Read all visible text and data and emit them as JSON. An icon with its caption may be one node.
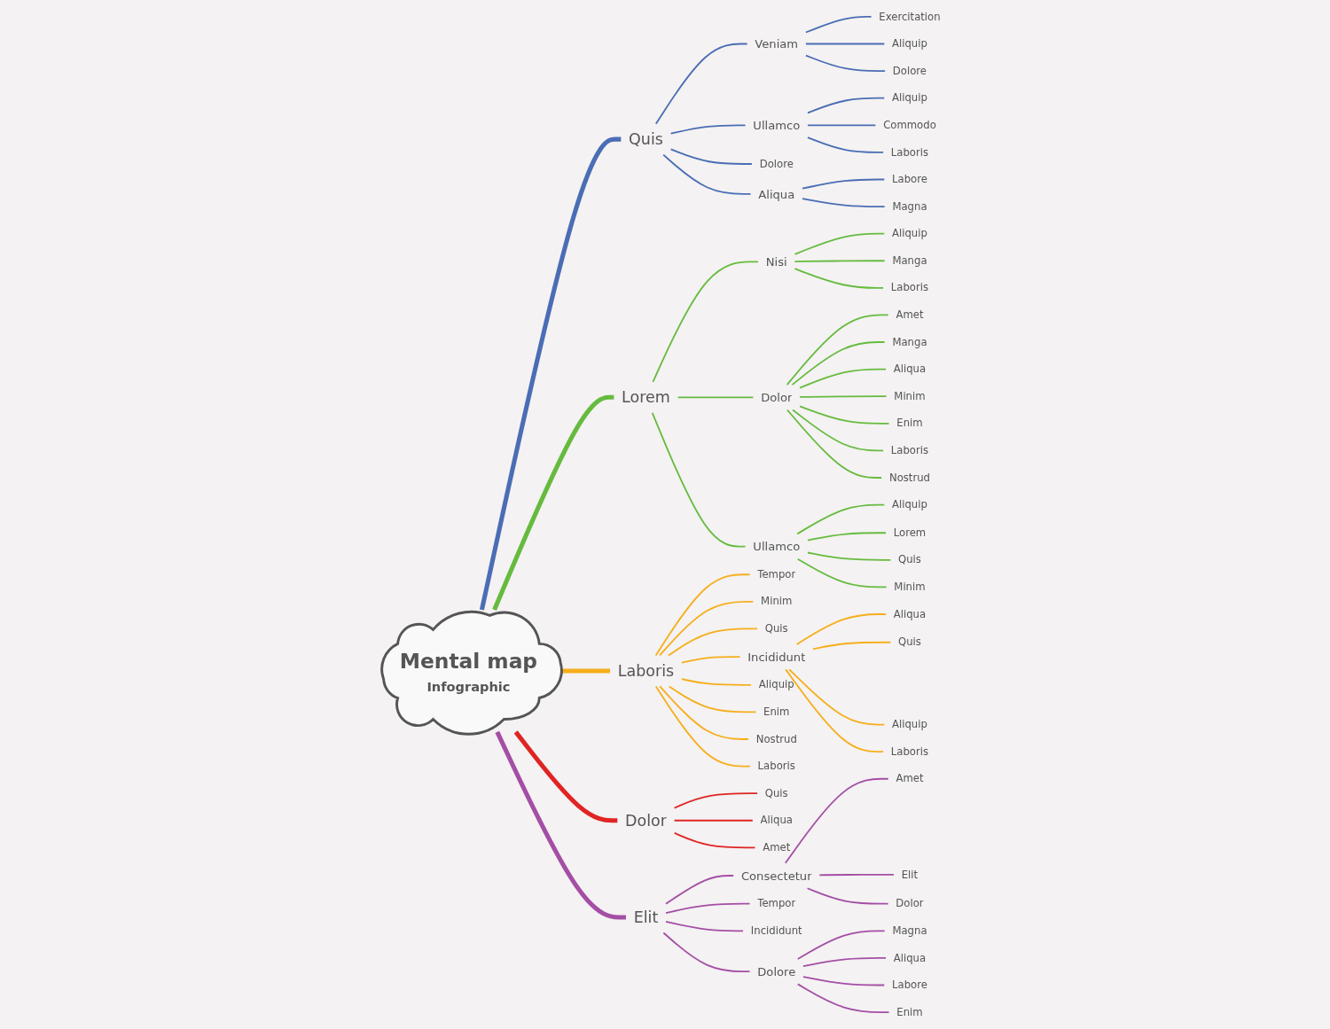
{
  "diagram": {
    "nodes": [
      {
        "text": [
          "Mental map",
          "Infographic"
        ]
      },
      {
        "text": [
          "Quis"
        ]
      },
      {
        "text": [
          "Veniam"
        ]
      },
      {
        "text": [
          "Exercitation"
        ]
      },
      {
        "text": [
          "Aliquip"
        ]
      },
      {
        "text": [
          "Dolore"
        ]
      },
      {
        "text": [
          "Ullamco"
        ]
      },
      {
        "text": [
          "Aliquip"
        ]
      },
      {
        "text": [
          "Commodo"
        ]
      },
      {
        "text": [
          "Laboris"
        ]
      },
      {
        "text": [
          "Dolore"
        ]
      },
      {
        "text": [
          "Aliqua"
        ]
      },
      {
        "text": [
          "Labore"
        ]
      },
      {
        "text": [
          "Magna"
        ]
      },
      {
        "text": [
          "Lorem"
        ]
      },
      {
        "text": [
          "Nisi"
        ]
      },
      {
        "text": [
          "Aliquip"
        ]
      },
      {
        "text": [
          "Manga"
        ]
      },
      {
        "text": [
          "Laboris"
        ]
      },
      {
        "text": [
          "Dolor"
        ]
      },
      {
        "text": [
          "Amet"
        ]
      },
      {
        "text": [
          "Manga"
        ]
      },
      {
        "text": [
          "Aliqua"
        ]
      },
      {
        "text": [
          "Minim"
        ]
      },
      {
        "text": [
          "Enim"
        ]
      },
      {
        "text": [
          "Laboris"
        ]
      },
      {
        "text": [
          "Nostrud"
        ]
      },
      {
        "text": [
          "Ullamco"
        ]
      },
      {
        "text": [
          "Aliquip"
        ]
      },
      {
        "text": [
          "Lorem"
        ]
      },
      {
        "text": [
          "Quis"
        ]
      },
      {
        "text": [
          "Minim"
        ]
      },
      {
        "text": [
          "Laboris"
        ]
      },
      {
        "text": [
          "Tempor"
        ]
      },
      {
        "text": [
          "Minim"
        ]
      },
      {
        "text": [
          "Quis"
        ]
      },
      {
        "text": [
          "Incididunt"
        ]
      },
      {
        "text": [
          "Aliqua"
        ]
      },
      {
        "text": [
          "Quis"
        ]
      },
      {
        "text": [
          "Aliquip"
        ]
      },
      {
        "text": [
          "Laboris"
        ]
      },
      {
        "text": [
          "Aliquip"
        ]
      },
      {
        "text": [
          "Enim"
        ]
      },
      {
        "text": [
          "Nostrud"
        ]
      },
      {
        "text": [
          "Laboris"
        ]
      },
      {
        "text": [
          "Dolor"
        ]
      },
      {
        "text": [
          "Quis"
        ]
      },
      {
        "text": [
          "Aliqua"
        ]
      },
      {
        "text": [
          "Amet"
        ]
      },
      {
        "text": [
          "Elit"
        ]
      },
      {
        "text": [
          "Consectetur"
        ]
      },
      {
        "text": [
          "Amet"
        ]
      },
      {
        "text": [
          "Elit"
        ]
      },
      {
        "text": [
          "Dolor"
        ]
      },
      {
        "text": [
          "Tempor"
        ]
      },
      {
        "text": [
          "Incididunt"
        ]
      },
      {
        "text": [
          "Dolore"
        ]
      },
      {
        "text": [
          "Magna"
        ]
      },
      {
        "text": [
          "Aliqua"
        ]
      },
      {
        "text": [
          "Labore"
        ]
      },
      {
        "text": [
          "Enim"
        ]
      }
    ],
    "edges": [
      {
        "from": 0,
        "to": 1,
        "arrow": "none",
        "style": "thick",
        "color": "#4a6db5"
      },
      {
        "from": 1,
        "to": 2,
        "arrow": "none",
        "color": "#4a6db5"
      },
      {
        "from": 2,
        "to": 3,
        "arrow": "none",
        "color": "#4a6db5"
      },
      {
        "from": 2,
        "to": 4,
        "arrow": "none",
        "color": "#4a6db5"
      },
      {
        "from": 2,
        "to": 5,
        "arrow": "none",
        "color": "#4a6db5"
      },
      {
        "from": 1,
        "to": 6,
        "arrow": "none",
        "color": "#4a6db5"
      },
      {
        "from": 6,
        "to": 7,
        "arrow": "none",
        "color": "#4a6db5"
      },
      {
        "from": 6,
        "to": 8,
        "arrow": "none",
        "color": "#4a6db5"
      },
      {
        "from": 6,
        "to": 9,
        "arrow": "none",
        "color": "#4a6db5"
      },
      {
        "from": 1,
        "to": 10,
        "arrow": "none",
        "color": "#4a6db5"
      },
      {
        "from": 1,
        "to": 11,
        "arrow": "none",
        "color": "#4a6db5"
      },
      {
        "from": 11,
        "to": 12,
        "arrow": "none",
        "color": "#4a6db5"
      },
      {
        "from": 11,
        "to": 13,
        "arrow": "none",
        "color": "#4a6db5"
      },
      {
        "from": 0,
        "to": 14,
        "arrow": "none",
        "style": "thick",
        "color": "#66bb3f"
      },
      {
        "from": 14,
        "to": 15,
        "arrow": "none",
        "color": "#66bb3f"
      },
      {
        "from": 15,
        "to": 16,
        "arrow": "none",
        "color": "#66bb3f"
      },
      {
        "from": 15,
        "to": 17,
        "arrow": "none",
        "color": "#66bb3f"
      },
      {
        "from": 15,
        "to": 18,
        "arrow": "none",
        "color": "#66bb3f"
      },
      {
        "from": 14,
        "to": 19,
        "arrow": "none",
        "color": "#66bb3f"
      },
      {
        "from": 19,
        "to": 20,
        "arrow": "none",
        "color": "#66bb3f"
      },
      {
        "from": 19,
        "to": 21,
        "arrow": "none",
        "color": "#66bb3f"
      },
      {
        "from": 19,
        "to": 22,
        "arrow": "none",
        "color": "#66bb3f"
      },
      {
        "from": 19,
        "to": 23,
        "arrow": "none",
        "color": "#66bb3f"
      },
      {
        "from": 19,
        "to": 24,
        "arrow": "none",
        "color": "#66bb3f"
      },
      {
        "from": 19,
        "to": 25,
        "arrow": "none",
        "color": "#66bb3f"
      },
      {
        "from": 19,
        "to": 26,
        "arrow": "none",
        "color": "#66bb3f"
      },
      {
        "from": 14,
        "to": 27,
        "arrow": "none",
        "color": "#66bb3f"
      },
      {
        "from": 27,
        "to": 28,
        "arrow": "none",
        "color": "#66bb3f"
      },
      {
        "from": 27,
        "to": 29,
        "arrow": "none",
        "color": "#66bb3f"
      },
      {
        "from": 27,
        "to": 30,
        "arrow": "none",
        "color": "#66bb3f"
      },
      {
        "from": 27,
        "to": 31,
        "arrow": "none",
        "color": "#66bb3f"
      },
      {
        "from": 0,
        "to": 32,
        "arrow": "none",
        "style": "thick",
        "color": "#f6ae1c"
      },
      {
        "from": 32,
        "to": 33,
        "arrow": "none",
        "color": "#f6ae1c"
      },
      {
        "from": 32,
        "to": 34,
        "arrow": "none",
        "color": "#f6ae1c"
      },
      {
        "from": 32,
        "to": 35,
        "arrow": "none",
        "color": "#f6ae1c"
      },
      {
        "from": 32,
        "to": 36,
        "arrow": "none",
        "color": "#f6ae1c"
      },
      {
        "from": 36,
        "to": 37,
        "arrow": "none",
        "color": "#f6ae1c"
      },
      {
        "from": 36,
        "to": 38,
        "arrow": "none",
        "color": "#f6ae1c"
      },
      {
        "from": 36,
        "to": 39,
        "arrow": "none",
        "color": "#f6ae1c"
      },
      {
        "from": 36,
        "to": 40,
        "arrow": "none",
        "color": "#f6ae1c"
      },
      {
        "from": 32,
        "to": 41,
        "arrow": "none",
        "color": "#f6ae1c"
      },
      {
        "from": 32,
        "to": 42,
        "arrow": "none",
        "color": "#f6ae1c"
      },
      {
        "from": 32,
        "to": 43,
        "arrow": "none",
        "color": "#f6ae1c"
      },
      {
        "from": 32,
        "to": 44,
        "arrow": "none",
        "color": "#f6ae1c"
      },
      {
        "from": 0,
        "to": 45,
        "arrow": "none",
        "style": "thick",
        "color": "#e02424"
      },
      {
        "from": 45,
        "to": 46,
        "arrow": "none",
        "color": "#e02424"
      },
      {
        "from": 45,
        "to": 47,
        "arrow": "none",
        "color": "#e02424"
      },
      {
        "from": 45,
        "to": 48,
        "arrow": "none",
        "color": "#e02424"
      },
      {
        "from": 0,
        "to": 49,
        "arrow": "none",
        "style": "thick",
        "color": "#a44ea6"
      },
      {
        "from": 49,
        "to": 50,
        "arrow": "none",
        "color": "#a44ea6"
      },
      {
        "from": 50,
        "to": 51,
        "arrow": "none",
        "color": "#a44ea6"
      },
      {
        "from": 50,
        "to": 52,
        "arrow": "none",
        "color": "#a44ea6"
      },
      {
        "from": 50,
        "to": 53,
        "arrow": "none",
        "color": "#a44ea6"
      },
      {
        "from": 49,
        "to": 54,
        "arrow": "none",
        "color": "#a44ea6"
      },
      {
        "from": 49,
        "to": 55,
        "arrow": "none",
        "color": "#a44ea6"
      },
      {
        "from": 49,
        "to": 56,
        "arrow": "none",
        "color": "#a44ea6"
      },
      {
        "from": 56,
        "to": 57,
        "arrow": "none",
        "color": "#a44ea6"
      },
      {
        "from": 56,
        "to": 58,
        "arrow": "none",
        "color": "#a44ea6"
      },
      {
        "from": 56,
        "to": 59,
        "arrow": "none",
        "color": "#a44ea6"
      },
      {
        "from": 56,
        "to": 60,
        "arrow": "none",
        "color": "#a44ea6"
      }
    ]
  }
}
